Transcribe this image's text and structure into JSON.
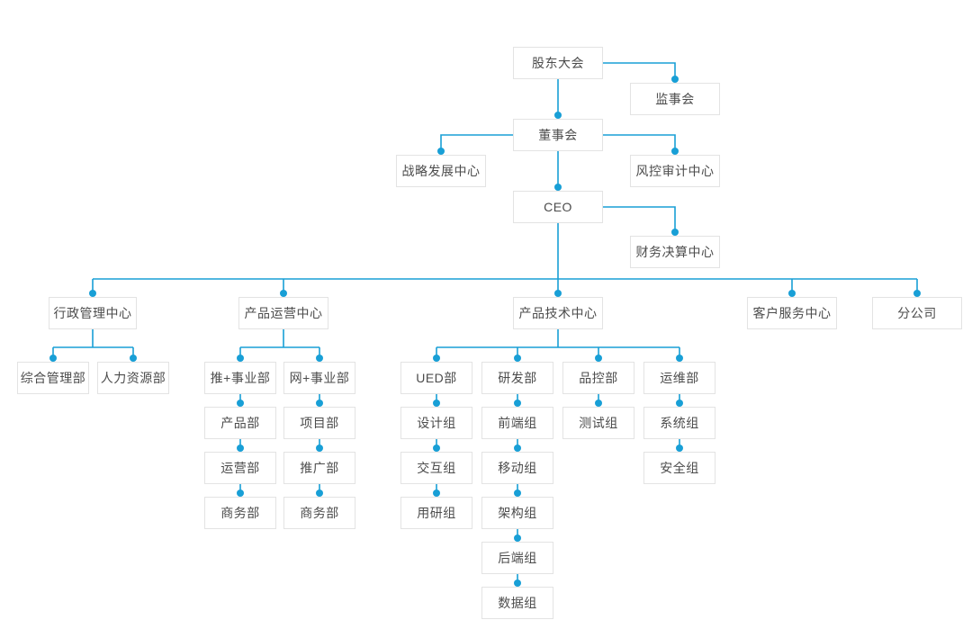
{
  "chart_title": "",
  "colors": {
    "line": "#189fd6",
    "dot": "#189fd6",
    "box_border": "#e3e3e3",
    "box_background": "#ffffff",
    "text": "#4c4c4c",
    "page_background": "#ffffff"
  },
  "nodes": {
    "shareholders": "股东大会",
    "supervisory": "监事会",
    "board": "董事会",
    "strategy": "战略发展中心",
    "risk_audit": "风控审计中心",
    "ceo": "CEO",
    "finance": "财务决算中心",
    "admin_center": "行政管理中心",
    "product_ops_center": "产品运营中心",
    "product_tech_center": "产品技术中心",
    "customer_service_center": "客户服务中心",
    "branch": "分公司",
    "general_mgmt": "综合管理部",
    "hr": "人力资源部",
    "tui_div": "推+事业部",
    "wang_div": "网+事业部",
    "ued": "UED部",
    "rnd": "研发部",
    "qc": "品控部",
    "om": "运维部",
    "product_dept": "产品部",
    "project_dept": "项目部",
    "operations_dept": "运营部",
    "promotion_dept": "推广部",
    "business_dept_a": "商务部",
    "business_dept_b": "商务部",
    "design_team": "设计组",
    "interaction_team": "交互组",
    "user_research_team": "用研组",
    "frontend_team": "前端组",
    "mobile_team": "移动组",
    "architecture_team": "架构组",
    "backend_team": "后端组",
    "data_team": "数据组",
    "testing_team": "测试组",
    "system_team": "系统组",
    "security_team": "安全组"
  },
  "edges": [
    [
      "shareholders",
      "supervisory"
    ],
    [
      "shareholders",
      "board"
    ],
    [
      "board",
      "strategy"
    ],
    [
      "board",
      "risk_audit"
    ],
    [
      "board",
      "ceo"
    ],
    [
      "ceo",
      "finance"
    ],
    [
      "ceo",
      "admin_center"
    ],
    [
      "ceo",
      "product_ops_center"
    ],
    [
      "ceo",
      "product_tech_center"
    ],
    [
      "ceo",
      "customer_service_center"
    ],
    [
      "ceo",
      "branch"
    ],
    [
      "admin_center",
      "general_mgmt"
    ],
    [
      "admin_center",
      "hr"
    ],
    [
      "product_ops_center",
      "tui_div"
    ],
    [
      "product_ops_center",
      "wang_div"
    ],
    [
      "tui_div",
      "product_dept"
    ],
    [
      "product_dept",
      "operations_dept"
    ],
    [
      "operations_dept",
      "business_dept_a"
    ],
    [
      "wang_div",
      "project_dept"
    ],
    [
      "project_dept",
      "promotion_dept"
    ],
    [
      "promotion_dept",
      "business_dept_b"
    ],
    [
      "product_tech_center",
      "ued"
    ],
    [
      "product_tech_center",
      "rnd"
    ],
    [
      "product_tech_center",
      "qc"
    ],
    [
      "product_tech_center",
      "om"
    ],
    [
      "ued",
      "design_team"
    ],
    [
      "design_team",
      "interaction_team"
    ],
    [
      "interaction_team",
      "user_research_team"
    ],
    [
      "rnd",
      "frontend_team"
    ],
    [
      "frontend_team",
      "mobile_team"
    ],
    [
      "mobile_team",
      "architecture_team"
    ],
    [
      "architecture_team",
      "backend_team"
    ],
    [
      "backend_team",
      "data_team"
    ],
    [
      "qc",
      "testing_team"
    ],
    [
      "om",
      "system_team"
    ],
    [
      "system_team",
      "security_team"
    ]
  ]
}
